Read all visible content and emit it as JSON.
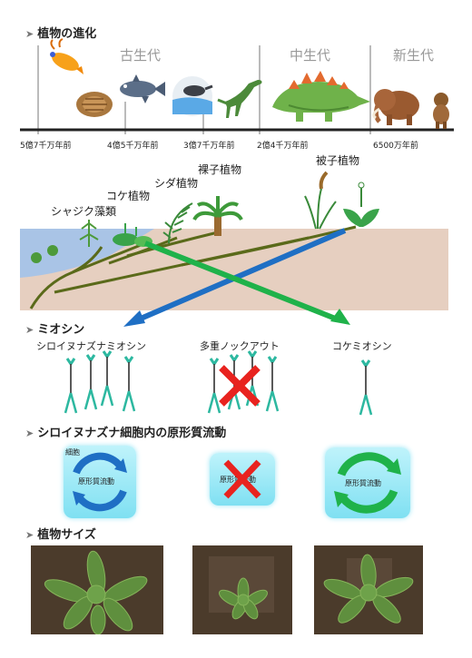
{
  "sections": {
    "evolution": "植物の進化",
    "myosin": "ミオシン",
    "streaming": "シロイヌナズナ細胞内の原形質流動",
    "size": "植物サイズ"
  },
  "eras": [
    "古生代",
    "中生代",
    "新生代"
  ],
  "timeline_ticks": [
    "5億7千万年前",
    "4億5千万年前",
    "3億7千万年前",
    "2億4千万年前",
    "6500万年前"
  ],
  "plants": [
    "シャジク藻類",
    "コケ植物",
    "シダ植物",
    "裸子植物",
    "被子植物"
  ],
  "myosin_labels": [
    "シロイヌナズナミオシン",
    "多重ノックアウト",
    "コケミオシン"
  ],
  "cell_labels": {
    "cell": "細胞",
    "streaming": "原形質流動"
  },
  "colors": {
    "blue_arrow": "#1f6fc4",
    "green_arrow": "#1fb24a",
    "red_cross": "#e8231f",
    "soil": "#e6cfc0",
    "water": "#a9c4e6"
  }
}
